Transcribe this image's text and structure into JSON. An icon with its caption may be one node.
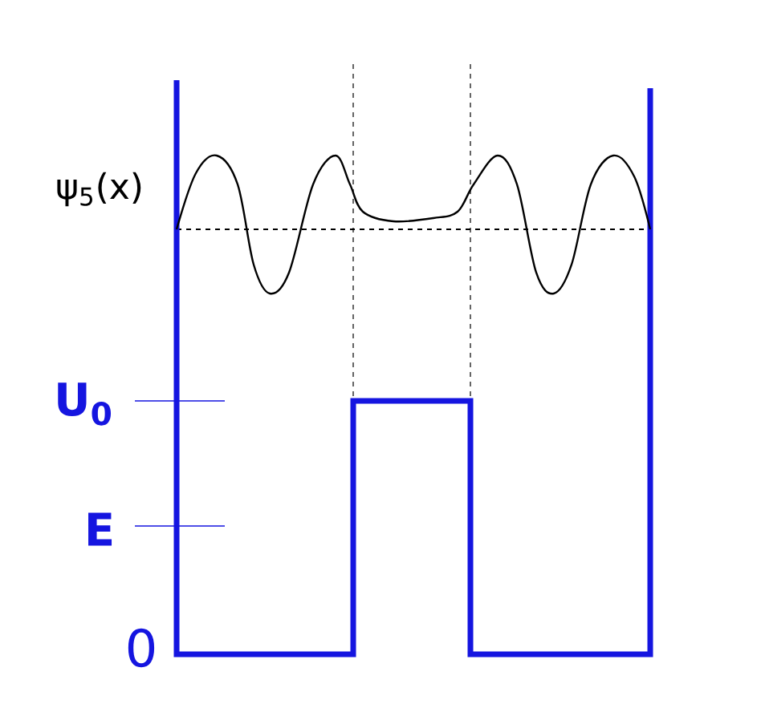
{
  "diagram": {
    "labels": [
      "ψ$_{5}$(x)",
      "U$_{0}$",
      "E",
      "0"
    ]
  }
}
